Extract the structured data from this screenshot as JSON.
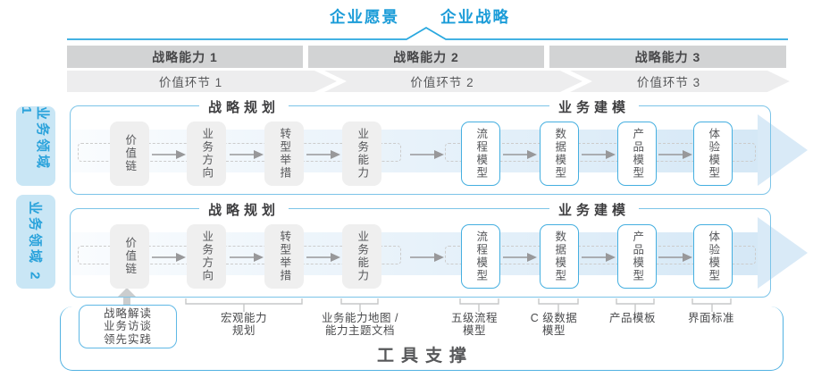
{
  "title": {
    "vision": "企业愿景",
    "strategy": "企业战略"
  },
  "capability_band": {
    "segments": [
      "战略能力 1",
      "战略能力 2",
      "战略能力 3"
    ]
  },
  "value_band": {
    "segments": [
      "价值环节 1",
      "价值环节 2",
      "价值环节 3"
    ]
  },
  "rows": [
    {
      "domain": "业务领域 1",
      "planning_title": "战略规划",
      "modeling_title": "业务建模",
      "planning_boxes": [
        "价值链",
        "业务方向",
        "转型举措",
        "业务能力"
      ],
      "modeling_boxes": [
        "流程模型",
        "数据模型",
        "产品模型",
        "体验模型"
      ]
    },
    {
      "domain": "业务领域 2",
      "planning_title": "战略规划",
      "modeling_title": "业务建模",
      "planning_boxes": [
        "价值链",
        "业务方向",
        "转型举措",
        "业务能力"
      ],
      "modeling_boxes": [
        "流程模型",
        "数据模型",
        "产品模型",
        "体验模型"
      ]
    }
  ],
  "footer": {
    "practice_box": [
      "战略解读",
      "业务访谈",
      "领先实践"
    ],
    "annotations": [
      [
        "宏观能力",
        "规划"
      ],
      [
        "业务能力地图 /",
        "能力主题文档"
      ],
      [
        "五级流程",
        "模型"
      ],
      [
        "C 级数据",
        "模型"
      ],
      [
        "产品模板"
      ],
      [
        "界面标准"
      ]
    ],
    "tool_support": "工具支撑"
  },
  "colors": {
    "accent_blue": "#1B9CD8",
    "panel_border": "#7CC4E8",
    "band_blue": "#D5E8F6",
    "domain_bg": "#C9E6F5",
    "capability_band_bg": "#D2D3D4",
    "value_band_bg": "#EDEDEE",
    "box_gray_bg": "#EFEFEF",
    "text_dark": "#4D4D4F",
    "arrow_gray": "#98989A",
    "dashed_gray": "#CCCCCC"
  }
}
